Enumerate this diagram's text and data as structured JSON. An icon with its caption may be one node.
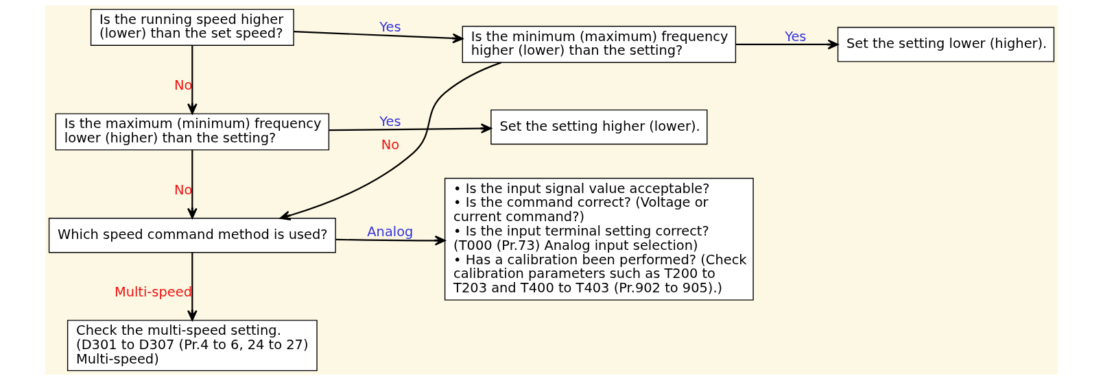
{
  "diagram": {
    "nodes": [
      {
        "text": [
          "Is the running speed higher (lower) than the set speed?"
        ]
      },
      {
        "text": [
          "Is the minimum (maximum) frequency higher (lower) than the setting?"
        ]
      },
      {
        "text": [
          "Set the setting lower (higher)."
        ]
      },
      {
        "text": [
          "Is the maximum (minimum) frequency lower (higher) than the setting?"
        ]
      },
      {
        "text": [
          "Set the setting higher (lower)."
        ]
      },
      {
        "text": [
          "Which speed command method is used?"
        ]
      },
      {
        "text": [
          "• Is the input signal value acceptable?",
          "• Is the command correct? (Voltage or current command?)",
          "• Is the input terminal setting correct? (T000 (Pr.73) Analog input selection)",
          "• Has a calibration been performed? (Check calibration parameters such as T200 to T203 and T400 to T403 (Pr.902 to 905).)"
        ]
      },
      {
        "text": [
          "Check the multi-speed setting.",
          "(D301 to D307 (Pr.4 to 6, 24 to 27) Multi-speed)"
        ]
      }
    ],
    "edges": [
      {
        "from": 0,
        "to": 1,
        "arrow": "to",
        "label": "Yes"
      },
      {
        "from": 1,
        "to": 2,
        "arrow": "to",
        "label": "Yes"
      },
      {
        "from": 0,
        "to": 3,
        "arrow": "to",
        "label": "No"
      },
      {
        "from": 3,
        "to": 4,
        "arrow": "to",
        "label": "Yes"
      },
      {
        "from": 1,
        "to": 5,
        "arrow": "to",
        "label": "No"
      },
      {
        "from": 3,
        "to": 5,
        "arrow": "to",
        "label": "No"
      },
      {
        "from": 5,
        "to": 6,
        "arrow": "to",
        "label": "Analog"
      },
      {
        "from": 5,
        "to": 7,
        "arrow": "to",
        "label": "Multi-speed"
      }
    ]
  }
}
